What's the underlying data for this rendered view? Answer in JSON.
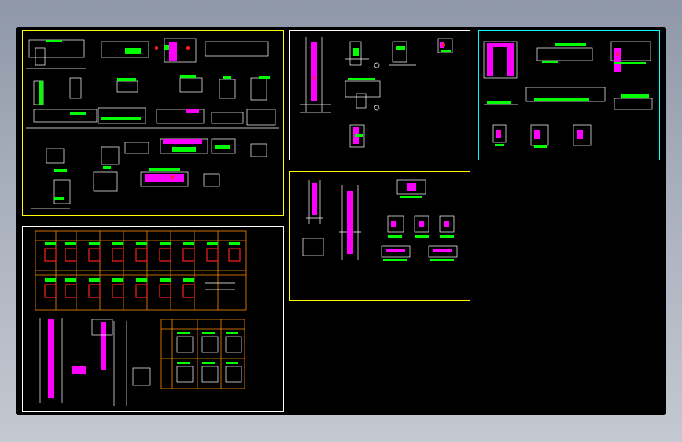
{
  "viewport": {
    "name": "cad-model-space",
    "background": "#000000"
  },
  "frame_colors": {
    "yellow": "#ffff00",
    "white": "#ffffff",
    "cyan": "#00ffff"
  },
  "ink_colors": {
    "line": "#ffffff",
    "green": "#00ff00",
    "magenta": "#ff00ff",
    "red": "#ff2020",
    "orange": "#ff8c00"
  },
  "sheets": [
    {
      "id": "sheet-beam-details",
      "frame": "yellow"
    },
    {
      "id": "sheet-column-section-tables",
      "frame": "white"
    },
    {
      "id": "sheet-wall-column-details",
      "frame": "white"
    },
    {
      "id": "sheet-joint-details",
      "frame": "yellow"
    },
    {
      "id": "sheet-slab-beam-details",
      "frame": "cyan"
    }
  ]
}
